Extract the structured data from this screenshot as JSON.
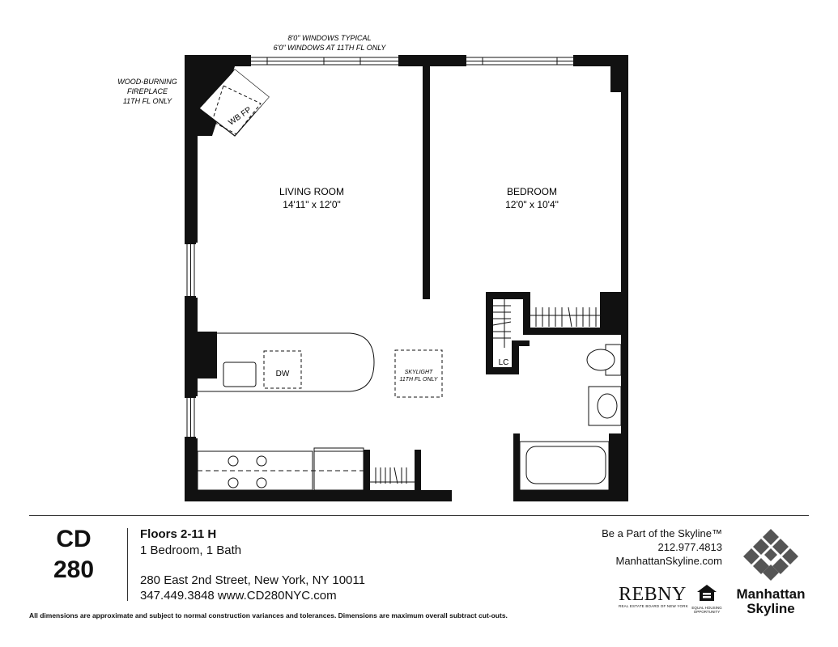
{
  "plan": {
    "window_note_line1": "8'0\" WINDOWS TYPICAL",
    "window_note_line2": "6'0\" WINDOWS AT 11TH FL ONLY",
    "fireplace_note_line1": "WOOD-BURNING",
    "fireplace_note_line2": "FIREPLACE",
    "fireplace_note_line3": "11TH FL ONLY",
    "fireplace_tag": "WB FP",
    "living_room_name": "LIVING ROOM",
    "living_room_dims": "14'11\" x 12'0\"",
    "bedroom_name": "BEDROOM",
    "bedroom_dims": "12'0\" x 10'4\"",
    "dishwasher_tag": "DW",
    "skylight_line1": "SKYLIGHT",
    "skylight_line2": "11TH FL ONLY",
    "linen_closet_tag": "LC"
  },
  "footer": {
    "code_line1": "CD",
    "code_line2": "280",
    "floors": "Floors 2-11 H",
    "layout": "1 Bedroom, 1 Bath",
    "address": "280 East 2nd Street, New York, NY 10011",
    "contact": "347.449.3848 www.CD280NYC.com",
    "tagline": "Be a Part of the Skyline™",
    "phone": "212.977.4813",
    "website": "ManhattanSkyline.com",
    "rebny_name": "REBNY",
    "rebny_sub": "REAL ESTATE BOARD OF NEW YORK",
    "eho_line1": "EQUAL HOUSING",
    "eho_line2": "OPPORTUNITY",
    "brand_line1": "Manhattan",
    "brand_line2": "Skyline",
    "disclaimer": "All dimensions are approximate and subject to normal construction variances and tolerances. Dimensions are maximum overall subtract cut-outs."
  }
}
